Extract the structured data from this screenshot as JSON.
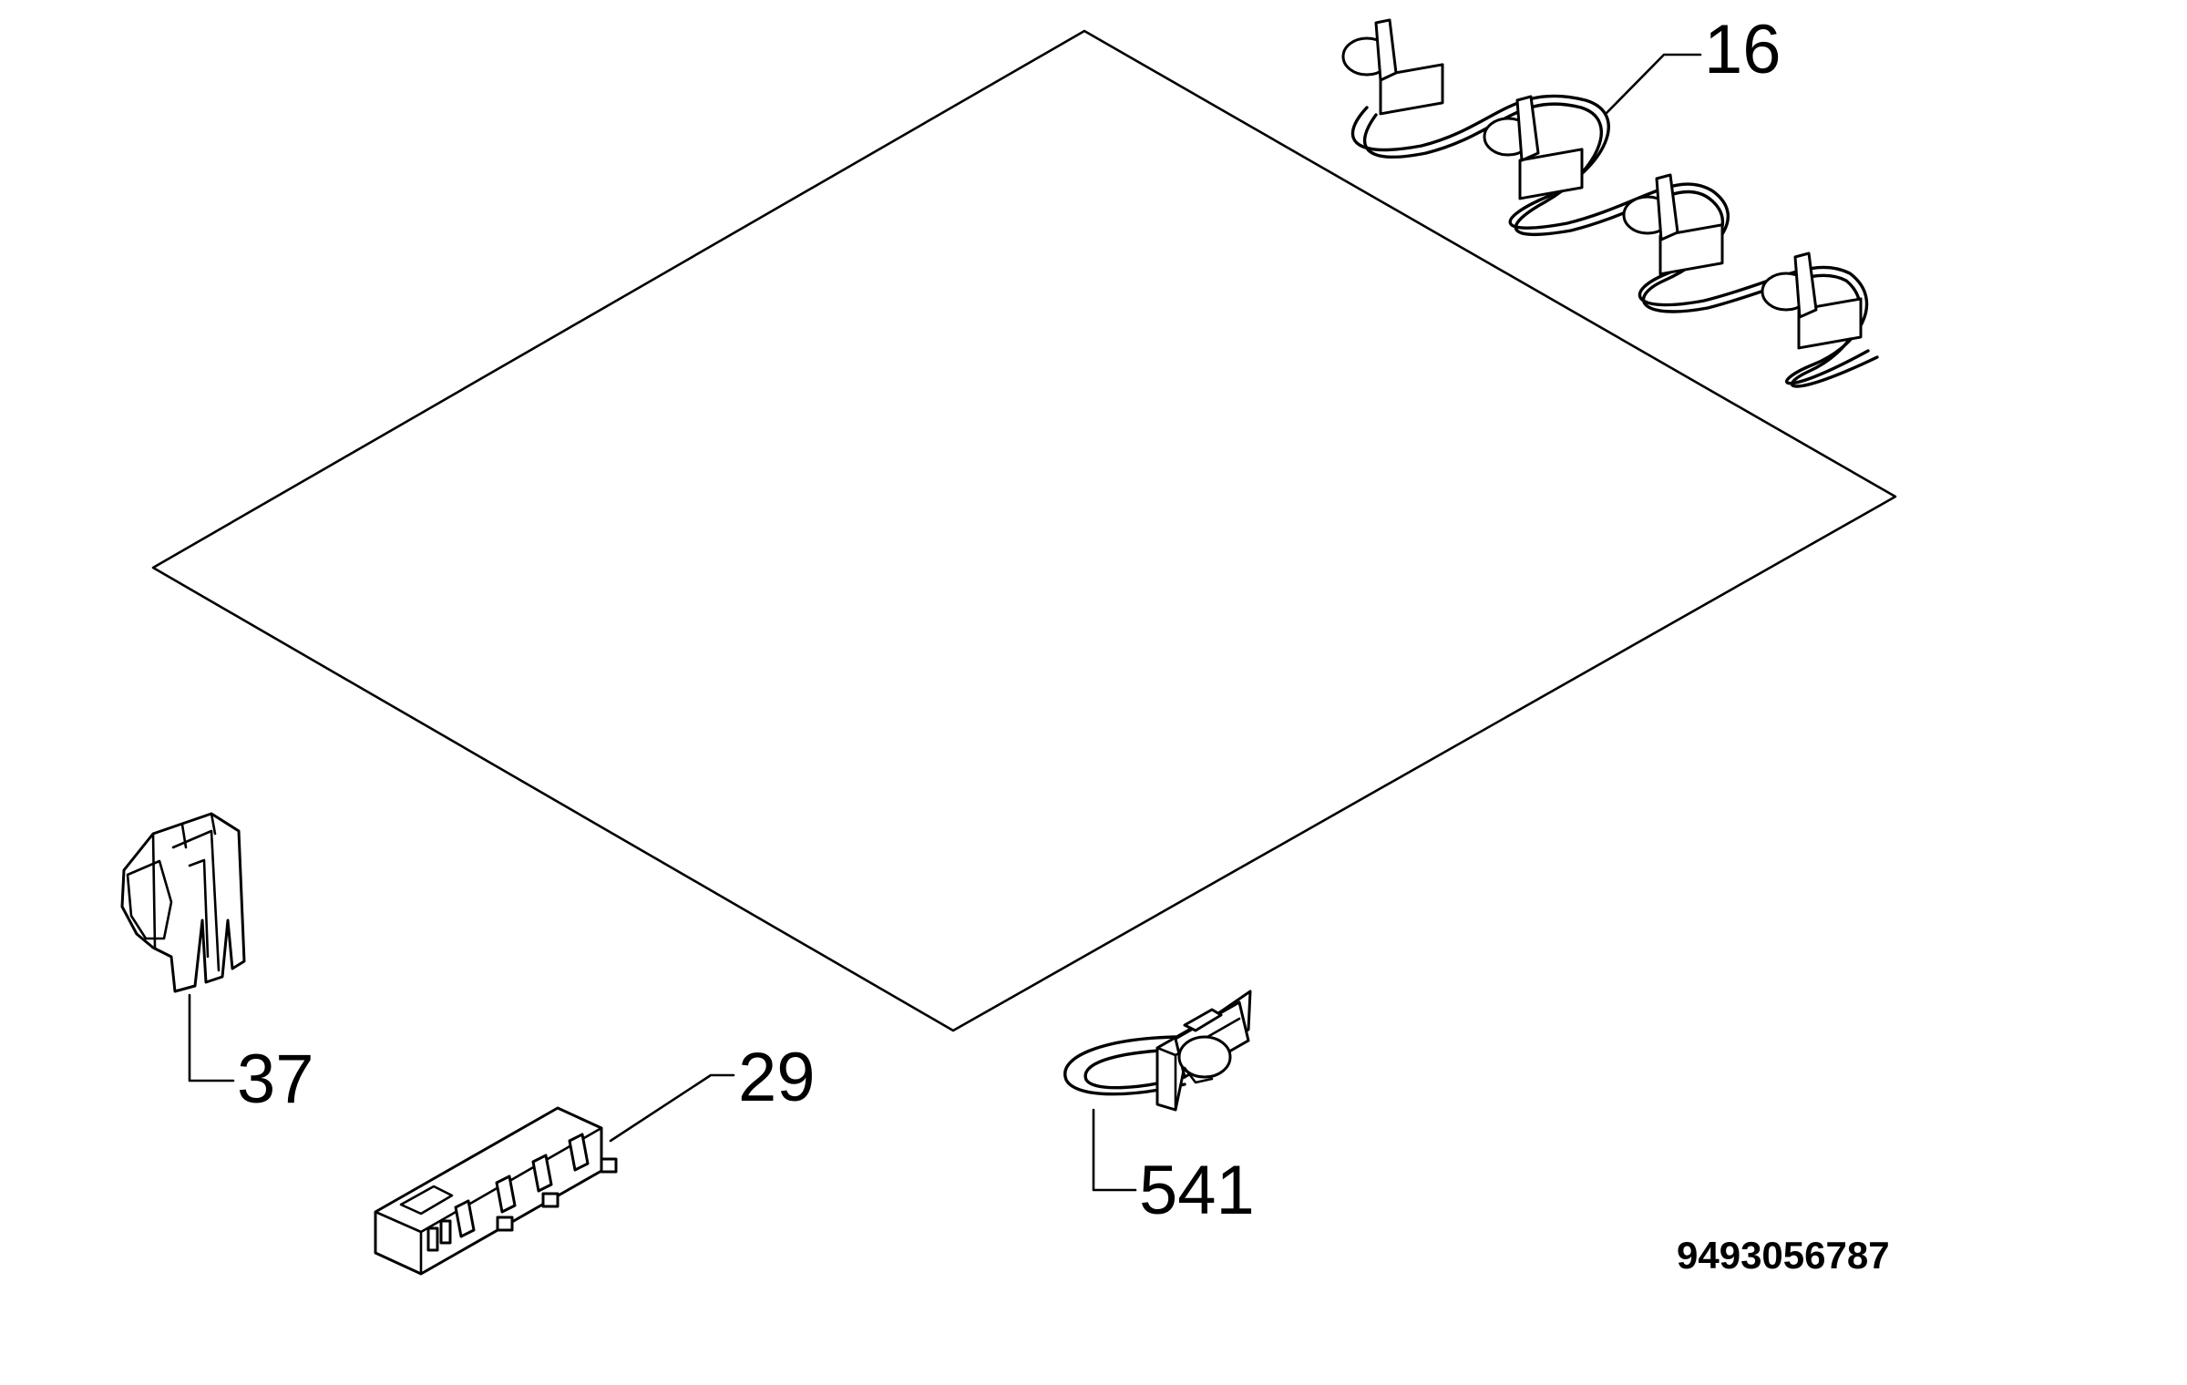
{
  "diagram": {
    "callouts": {
      "p16": "16",
      "p37": "37",
      "p29": "29",
      "p541": "541"
    },
    "document_number": "9493056787"
  }
}
